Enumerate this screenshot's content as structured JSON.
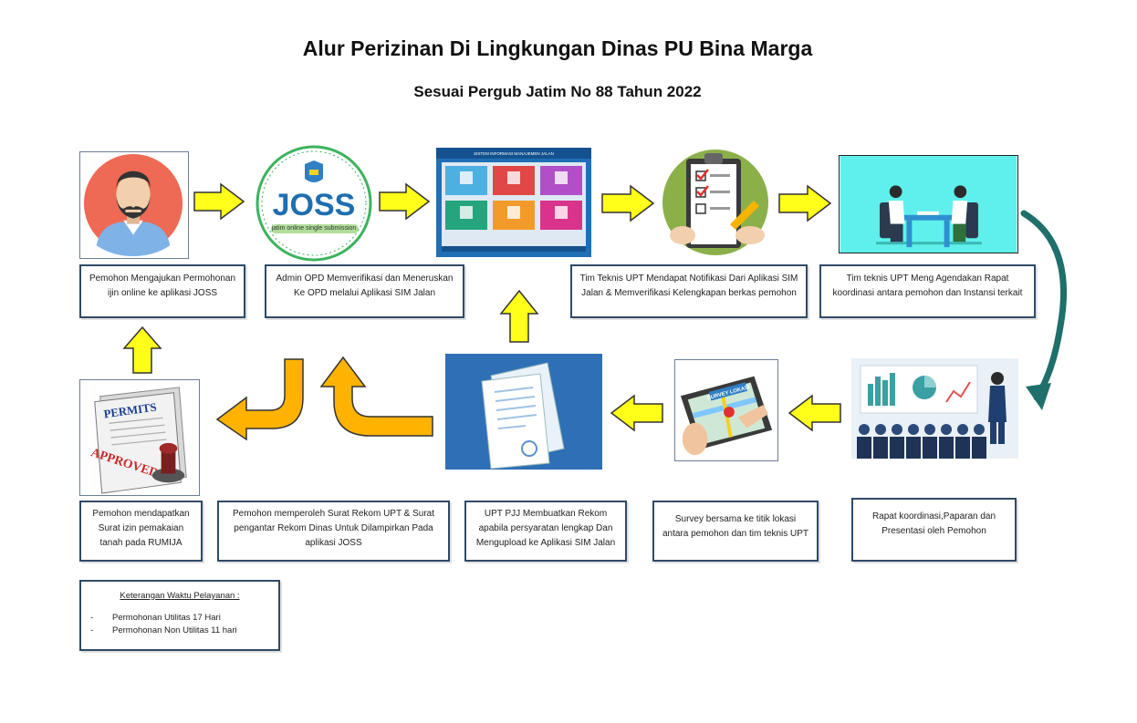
{
  "title": "Alur Perizinan Di Lingkungan Dinas PU Bina Marga",
  "subtitle": "Sesuai Pergub Jatim No 88  Tahun 2022",
  "joss": {
    "logo_text": "JOSS",
    "tagline": "jatim online single submission"
  },
  "sim_jalan": {
    "header": "SISTEM INFORMASI MANAJEMEN JALAN"
  },
  "survey_label": "SURVEY LOKASI",
  "permit": {
    "permits": "PERMITS",
    "approved": "APPROVED"
  },
  "steps": {
    "s1": [
      "Pemohon Mengajukan Permohonan",
      "ijin online ke aplikasi JOSS"
    ],
    "s2": [
      "Admin OPD Memverifikasi dan Meneruskan",
      "Ke OPD melalui Aplikasi SIM Jalan"
    ],
    "s3": [
      "Tim Teknis UPT Mendapat Notifikasi Dari Aplikasi SIM",
      "Jalan & Memverifikasi Kelengkapan berkas pemohon"
    ],
    "s4": [
      "Tim teknis UPT Meng Agendakan Rapat",
      "koordinasi antara pemohon dan Instansi terkait"
    ],
    "s5": [
      "Rapat koordinasi,Paparan dan",
      "Presentasi oleh Pemohon"
    ],
    "s6": [
      "Survey bersama ke titik lokasi",
      "antara pemohon dan tim teknis UPT"
    ],
    "s7": [
      "UPT PJJ Membuatkan Rekom",
      "apabila persyaratan lengkap Dan",
      "Mengupload ke Aplikasi SIM Jalan"
    ],
    "s8": [
      "Pemohon memperoleh Surat Rekom UPT & Surat",
      "pengantar Rekom Dinas Untuk Dilampirkan Pada",
      "aplikasi JOSS"
    ],
    "s9": [
      "Pemohon mendapatkan",
      "Surat izin pemakaian",
      "tanah pada RUMIJA"
    ]
  },
  "legend": {
    "heading": "Keterangan Waktu Pelayanan :",
    "items": [
      "Permohonan Utilitas 17 Hari",
      "Permohonan Non Utilitas 11 hari"
    ]
  },
  "colors": {
    "box_border": "#2f4a66",
    "arrow_yellow": "#ffff1a",
    "arrow_orange": "#ffb300",
    "curve_teal": "#1f6f6a"
  }
}
